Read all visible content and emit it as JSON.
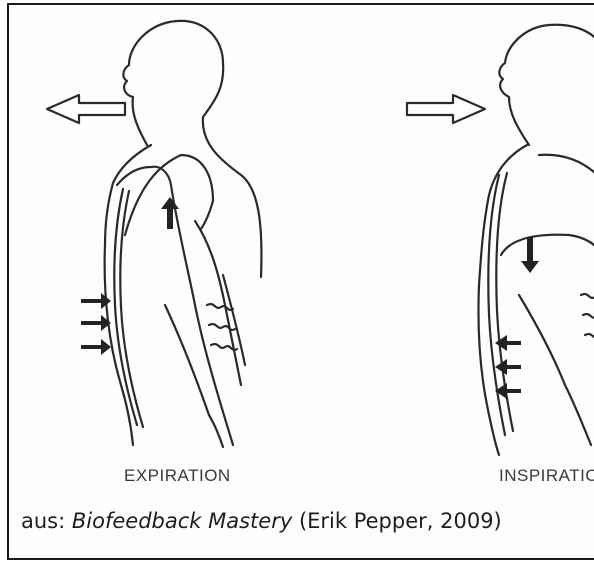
{
  "labels": {
    "expiration": "EXPIRATION",
    "inspiration": "INSPIRATIO"
  },
  "caption": {
    "prefix": "aus: ",
    "book_title": "Biofeedback Mastery",
    "suffix": " (Erik Pepper, 2009)"
  }
}
